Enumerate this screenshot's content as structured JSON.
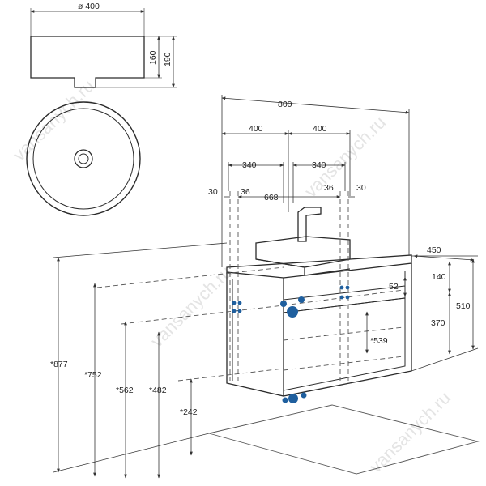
{
  "watermarks": [
    "vansanych.ru",
    "vansanych.ru",
    "vansanych.ru",
    "vansanych.ru"
  ],
  "colors": {
    "line": "#2b2b2b",
    "dim": "#333333",
    "plumbing_dot": "#1f5f9e"
  },
  "top_view": {
    "diameter": "ø 400",
    "height_body": "160",
    "height_total": "190"
  },
  "widths": {
    "total": "800",
    "half_left": "400",
    "half_right": "400",
    "inner_left": "340",
    "inner_right": "340",
    "offset_left_outer": "30",
    "offset_left_inner": "36",
    "center": "668",
    "offset_right_inner": "36",
    "offset_right_outer": "30"
  },
  "depth": {
    "total": "450",
    "d140": "140",
    "d52": "52",
    "d370": "370",
    "d510": "510",
    "d539": "*539"
  },
  "heights": {
    "h877": "*877",
    "h752": "*752",
    "h562": "*562",
    "h482": "*482",
    "h242": "*242"
  }
}
